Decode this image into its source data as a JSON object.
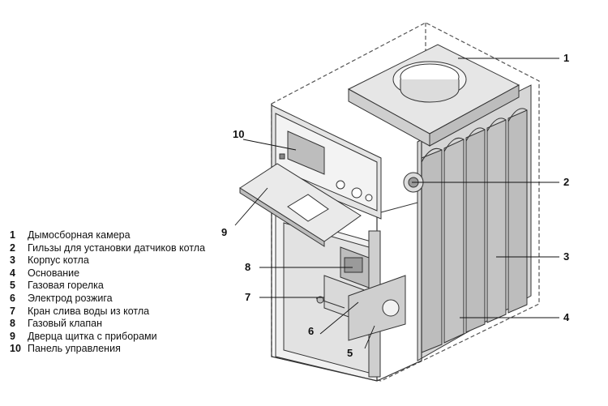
{
  "callouts": [
    "1",
    "2",
    "3",
    "4",
    "5",
    "6",
    "7",
    "8",
    "9",
    "10"
  ],
  "legend": [
    {
      "num": "1",
      "text": "Дымосборная камера"
    },
    {
      "num": "2",
      "text": "Гильзы для установки датчиков котла"
    },
    {
      "num": "3",
      "text": "Корпус котла"
    },
    {
      "num": "4",
      "text": "Основание"
    },
    {
      "num": "5",
      "text": "Газовая горелка"
    },
    {
      "num": "6",
      "text": "Электрод розжига"
    },
    {
      "num": "7",
      "text": "Кран слива воды из котла"
    },
    {
      "num": "8",
      "text": "Газовый клапан"
    },
    {
      "num": "9",
      "text": "Дверца щитка с приборами"
    },
    {
      "num": "10",
      "text": "Панель управления"
    }
  ],
  "colors": {
    "line": "#333333",
    "fill_light": "#eeeeee",
    "fill_mid": "#cfcfcf",
    "fill_dark": "#9a9a9a"
  }
}
